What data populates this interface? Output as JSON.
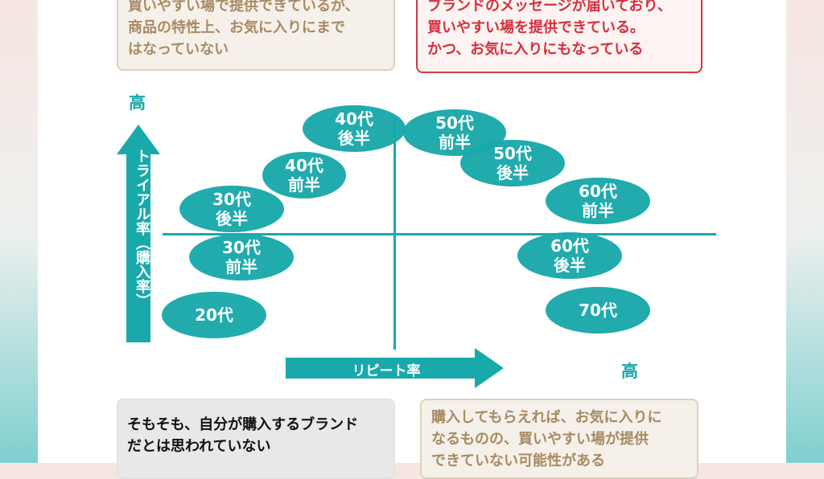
{
  "quadrants": {
    "top_left": [
      "買いやすい場で提供できているが、",
      "商品の特性上、お気に入りにまで",
      "はなっていない"
    ],
    "top_right": [
      "ブランドのメッセージが届いており、",
      "買いやすい場を提供できている。",
      "かつ、お気に入りにもなっている"
    ],
    "bottom_left": [
      "そもそも、自分が購入するブランド",
      "だとは思われていない"
    ],
    "bottom_right": [
      "購入してもらえれば、お気に入りに",
      "なるものの、買いやすい場が提供",
      "できていない可能性がある"
    ]
  },
  "axes": {
    "y_label": "トライアル率（購入率）",
    "x_label": "リピート率",
    "y_high": "高",
    "x_high": "高"
  },
  "segments": [
    {
      "l1": "40代",
      "l2": "後半"
    },
    {
      "l1": "50代",
      "l2": "前半"
    },
    {
      "l1": "40代",
      "l2": "前半"
    },
    {
      "l1": "50代",
      "l2": "後半"
    },
    {
      "l1": "30代",
      "l2": "後半"
    },
    {
      "l1": "60代",
      "l2": "前半"
    },
    {
      "l1": "30代",
      "l2": "前半"
    },
    {
      "l1": "60代",
      "l2": "後半"
    },
    {
      "l1": "20代",
      "l2": ""
    },
    {
      "l1": "70代",
      "l2": ""
    }
  ],
  "colors": {
    "accent": "#1aa9ab",
    "red": "#d4303c",
    "beige_text": "#a88a63"
  }
}
